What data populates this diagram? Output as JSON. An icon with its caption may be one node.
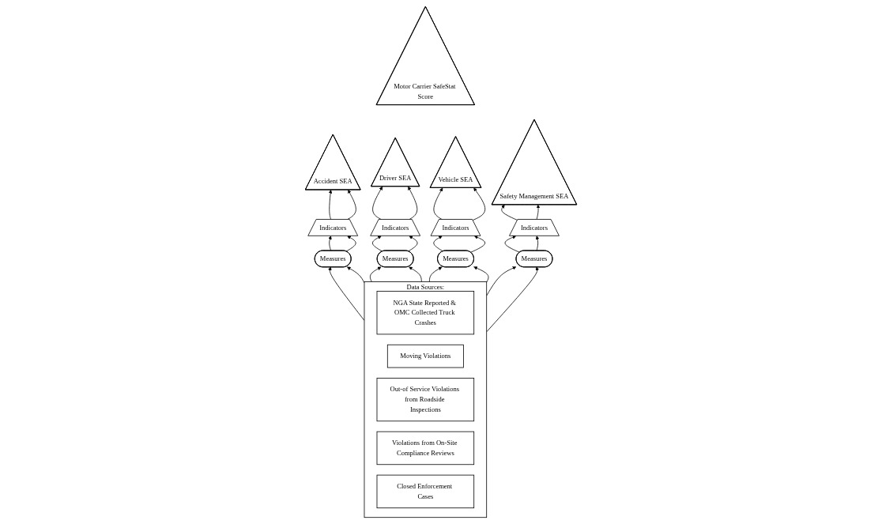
{
  "diagram": {
    "nodes": [
      {
        "text": [
          "Motor Carrier SafeStat Score"
        ]
      },
      {
        "text": [
          "Accident SEA"
        ]
      },
      {
        "text": [
          "Driver SEA"
        ]
      },
      {
        "text": [
          "Vehicle SEA"
        ]
      },
      {
        "text": [
          "Safety Management SEA"
        ]
      },
      {
        "text": [
          "Indicators"
        ]
      },
      {
        "text": [
          "Indicators"
        ]
      },
      {
        "text": [
          "Indicators"
        ]
      },
      {
        "text": [
          "Indicators"
        ]
      },
      {
        "text": [
          "Measures"
        ]
      },
      {
        "text": [
          "Measures"
        ]
      },
      {
        "text": [
          "Measures"
        ]
      },
      {
        "text": [
          "Measures"
        ]
      },
      {
        "text": [
          "Data Sources:"
        ]
      },
      {
        "text": [
          "NGA State Reported & OMC Collected Truck Crashes"
        ],
        "in": 13
      },
      {
        "text": [
          "Moving Violations"
        ],
        "in": 13
      },
      {
        "text": [
          "Out-of Service Violations from Roadside Inspections"
        ],
        "in": 13
      },
      {
        "text": [
          "Violations from On-Site Compliance Reviews"
        ],
        "in": 13
      },
      {
        "text": [
          "Closed Enforcement Cases"
        ],
        "in": 13
      }
    ],
    "edges": [
      {
        "from": 13,
        "to": 9,
        "arrow": "to"
      },
      {
        "from": 13,
        "to": 9,
        "arrow": "to"
      },
      {
        "from": 13,
        "to": 10,
        "arrow": "to"
      },
      {
        "from": 13,
        "to": 10,
        "arrow": "to"
      },
      {
        "from": 13,
        "to": 11,
        "arrow": "to"
      },
      {
        "from": 13,
        "to": 11,
        "arrow": "to"
      },
      {
        "from": 13,
        "to": 12,
        "arrow": "to"
      },
      {
        "from": 13,
        "to": 12,
        "arrow": "to"
      },
      {
        "from": 9,
        "to": 5,
        "arrow": "to"
      },
      {
        "from": 9,
        "to": 5,
        "arrow": "to"
      },
      {
        "from": 10,
        "to": 6,
        "arrow": "to"
      },
      {
        "from": 10,
        "to": 6,
        "arrow": "to"
      },
      {
        "from": 11,
        "to": 7,
        "arrow": "to"
      },
      {
        "from": 11,
        "to": 7,
        "arrow": "to"
      },
      {
        "from": 12,
        "to": 8,
        "arrow": "to"
      },
      {
        "from": 12,
        "to": 8,
        "arrow": "to"
      },
      {
        "from": 5,
        "to": 1,
        "arrow": "to"
      },
      {
        "from": 5,
        "to": 1,
        "arrow": "to"
      },
      {
        "from": 6,
        "to": 2,
        "arrow": "to"
      },
      {
        "from": 6,
        "to": 2,
        "arrow": "to"
      },
      {
        "from": 7,
        "to": 3,
        "arrow": "to"
      },
      {
        "from": 7,
        "to": 3,
        "arrow": "to"
      },
      {
        "from": 8,
        "to": 4,
        "arrow": "to"
      },
      {
        "from": 8,
        "to": 4,
        "arrow": "to"
      }
    ]
  }
}
